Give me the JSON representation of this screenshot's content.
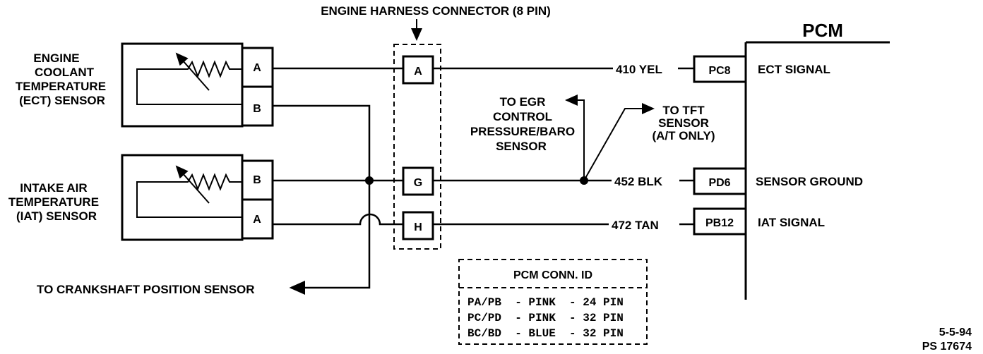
{
  "harness_title": "ENGINE HARNESS CONNECTOR (8 PIN)",
  "pcm_title": "PCM",
  "ect_sensor": {
    "lines": [
      "ENGINE",
      "COOLANT",
      "TEMPERATURE",
      "(ECT) SENSOR"
    ],
    "pin_a": "A",
    "pin_b": "B"
  },
  "iat_sensor": {
    "lines": [
      "INTAKE AIR",
      "TEMPERATURE",
      "(IAT) SENSOR"
    ],
    "pin_b": "B",
    "pin_a": "A"
  },
  "harness_pins": [
    "A",
    "G",
    "H"
  ],
  "wires": [
    {
      "label": "410 YEL",
      "pcm_pin": "PC8",
      "signal": "ECT SIGNAL"
    },
    {
      "label": "452 BLK",
      "pcm_pin": "PD6",
      "signal": "SENSOR GROUND"
    },
    {
      "label": "472 TAN",
      "pcm_pin": "PB12",
      "signal": "IAT SIGNAL"
    }
  ],
  "egr_note": [
    "TO EGR",
    "CONTROL",
    "PRESSURE/BARO",
    "SENSOR"
  ],
  "tft_note": [
    "TO TFT",
    "SENSOR",
    "(A/T ONLY)"
  ],
  "crank_note": "TO CRANKSHAFT POSITION SENSOR",
  "conn_table": {
    "title": "PCM CONN. ID",
    "rows": [
      "PA/PB  - PINK  - 24 PIN",
      "PC/PD  - PINK  - 32 PIN",
      "BC/BD  - BLUE  - 32 PIN"
    ]
  },
  "footer": {
    "date": "5-5-94",
    "code": "PS 17674"
  }
}
